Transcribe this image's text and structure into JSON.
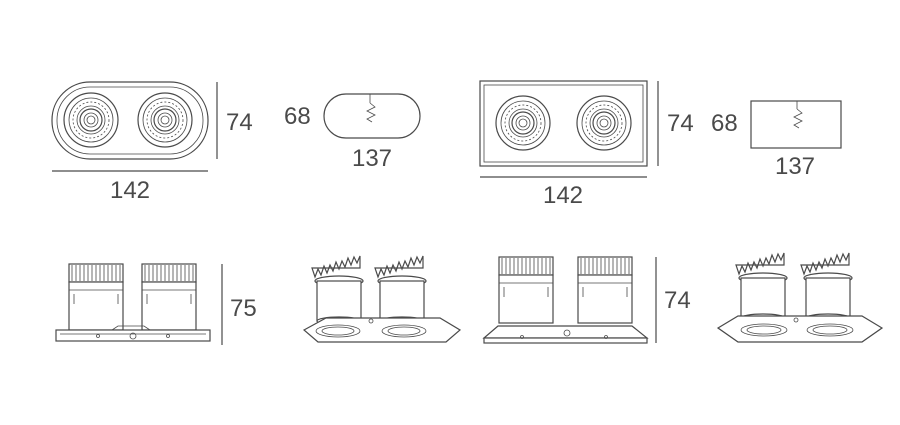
{
  "views": {
    "top_round": {
      "width": "142",
      "height": "74"
    },
    "cutout_round": {
      "height": "68",
      "width": "137"
    },
    "top_square": {
      "width": "142",
      "height": "74"
    },
    "cutout_square": {
      "height": "68",
      "width": "137"
    },
    "side_round": {
      "height": "75"
    },
    "side_square": {
      "height": "74"
    }
  },
  "colors": {
    "line": "#4a4a4a",
    "background": "#ffffff"
  }
}
